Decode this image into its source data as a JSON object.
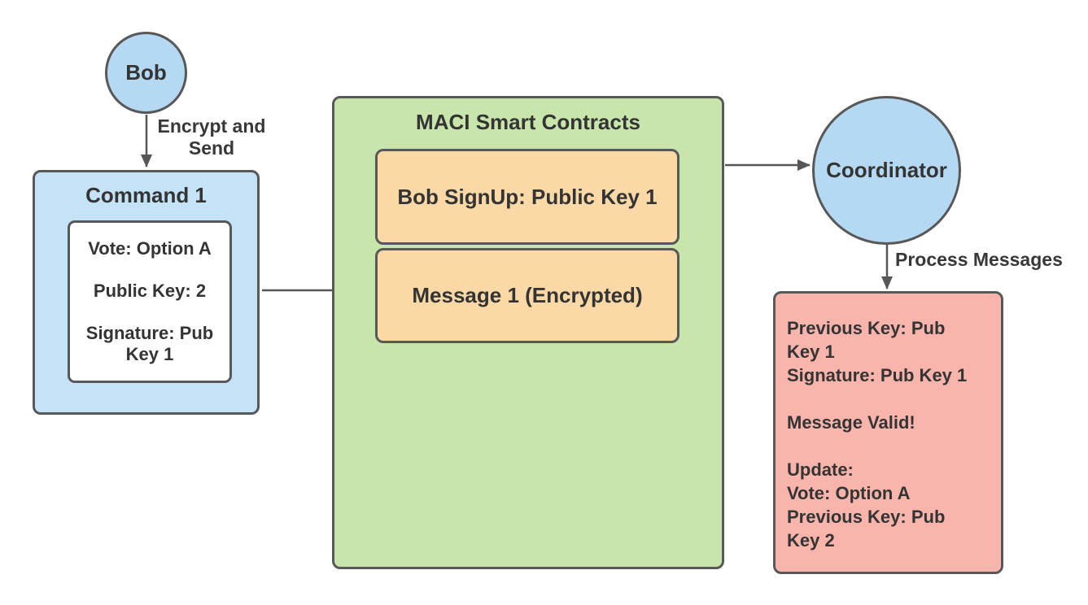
{
  "palette": {
    "blue_fill": "#b5d9f2",
    "light_blue_fill": "#c4e3f6",
    "green_fill": "#c8e6ab",
    "orange_fill": "#fbd9a6",
    "red_fill": "#f9b4ab",
    "card_fill": "#ffffff",
    "stroke": "#585858",
    "arrow": "#575757",
    "text": "#343434"
  },
  "nodes": {
    "bob": {
      "label": "Bob"
    },
    "command": {
      "title": "Command 1",
      "card_lines": [
        "Vote: Option A",
        "",
        "Public Key: 2",
        "",
        "Signature: Pub",
        "Key 1"
      ]
    },
    "maci": {
      "title": "MACI Smart Contracts",
      "signup_label": "Bob SignUp: Public Key 1",
      "message_label": "Message 1 (Encrypted)"
    },
    "coordinator": {
      "label": "Coordinator"
    },
    "result": {
      "lines": [
        "Previous Key: Pub",
        "Key 1",
        "Signature: Pub Key 1",
        "",
        "Message Valid!",
        "",
        "Update:",
        "Vote: Option A",
        "Previous Key: Pub",
        "Key 2"
      ]
    }
  },
  "edges": {
    "encrypt_send": {
      "label_lines": [
        "Encrypt and",
        "Send"
      ]
    },
    "process_messages": {
      "label": "Process Messages"
    }
  }
}
